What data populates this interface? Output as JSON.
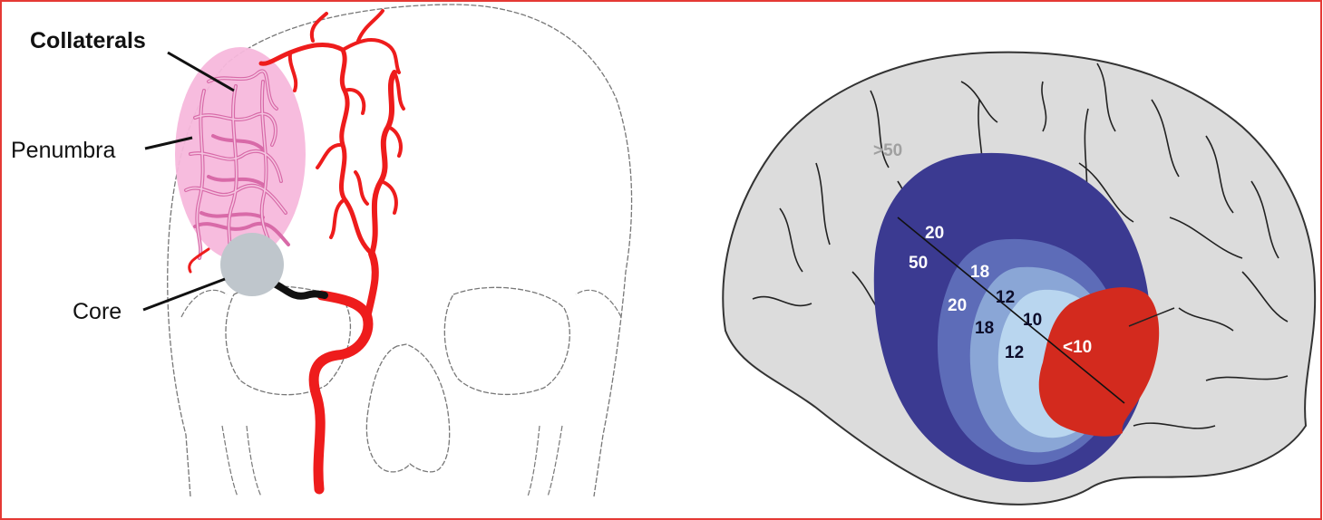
{
  "labels": {
    "collaterals": "Collaterals",
    "penumbra": "Penumbra",
    "core": "Core"
  },
  "brain_map": {
    "outer_value": ">50",
    "values": {
      "v20_top": "20",
      "v50": "50",
      "v18_top": "18",
      "v20_mid": "20",
      "v12_top": "12",
      "v18_mid": "18",
      "v10": "10",
      "v12_low": "12",
      "core_value": "<10"
    }
  },
  "colors": {
    "frame": "#e53935",
    "artery": "#ee1c1c",
    "penumbra_fill": "#f7b8dc",
    "collateral_vessels": "#e27bb4",
    "core_fill": "#bfc6cc",
    "brain_fill": "#dcdcdc",
    "zone_outer": "#3b3a91",
    "zone_2": "#5d6cb8",
    "zone_3": "#8aa6d6",
    "zone_4": "#b9d6ef",
    "infarct_core": "#d32a1e"
  }
}
